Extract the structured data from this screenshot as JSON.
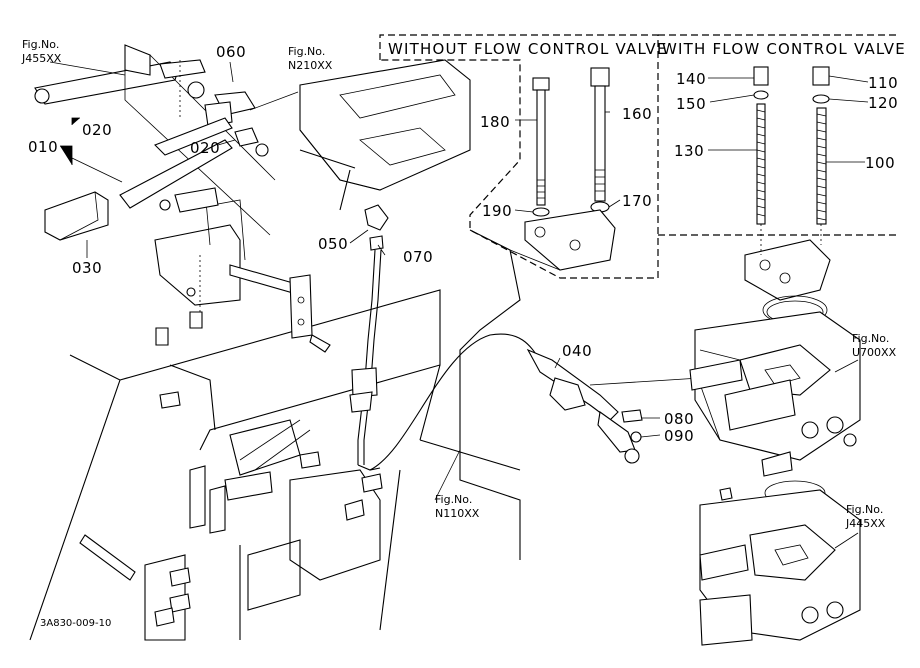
{
  "sections": {
    "without_valve": "WITHOUT FLOW CONTROL VALVE",
    "with_valve": "WITH FLOW CONTROL VALVE"
  },
  "fig_refs": {
    "j455": {
      "prefix": "Fig.No.",
      "code": "J455XX"
    },
    "n210": {
      "prefix": "Fig.No.",
      "code": "N210XX"
    },
    "u700": {
      "prefix": "Fig.No.",
      "code": "U700XX"
    },
    "n110": {
      "prefix": "Fig.No.",
      "code": "N110XX"
    },
    "j445": {
      "prefix": "Fig.No.",
      "code": "J445XX"
    }
  },
  "parts": {
    "p010": "010",
    "p020a": "020",
    "p020b": "020",
    "p030": "030",
    "p040": "040",
    "p050": "050",
    "p060": "060",
    "p070": "070",
    "p080": "080",
    "p090": "090",
    "p100": "100",
    "p110": "110",
    "p120": "120",
    "p130": "130",
    "p140": "140",
    "p150": "150",
    "p160": "160",
    "p170": "170",
    "p180": "180",
    "p190": "190"
  },
  "drawing_code": "3A830-009-10"
}
